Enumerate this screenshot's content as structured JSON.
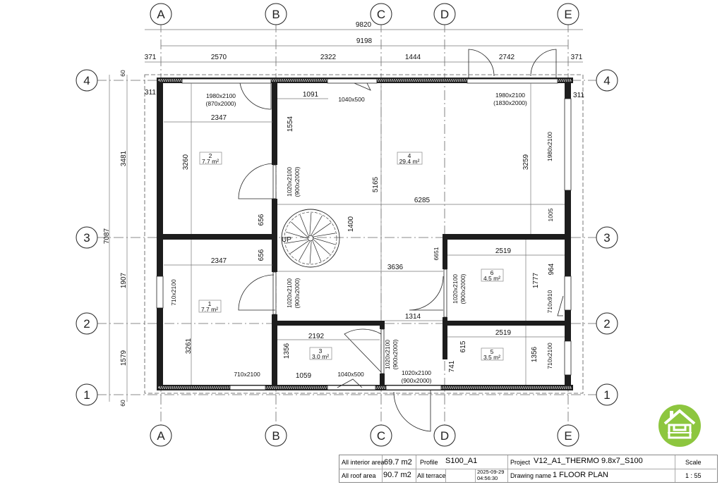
{
  "grid": {
    "columns": [
      "A",
      "B",
      "C",
      "D",
      "E"
    ],
    "rows": [
      "4",
      "3",
      "2",
      "1"
    ]
  },
  "dims": {
    "top_overall": "9820",
    "top_inner": "9198",
    "top_segments": [
      "371",
      "2570",
      "2322",
      "1444",
      "2742",
      "371"
    ],
    "left_overall": "7087",
    "left_segments": [
      "3481",
      "1907",
      "1579"
    ],
    "left_edges": [
      "60",
      "60"
    ],
    "side_offsets": [
      "311",
      "311"
    ]
  },
  "interior_dims": [
    "2347",
    "3260",
    "1091",
    "1554",
    "5165",
    "6285",
    "3259",
    "1980x2100",
    "1005",
    "656",
    "656",
    "1400",
    "2347",
    "3636",
    "6651",
    "2519",
    "964",
    "1777",
    "710x910",
    "1314",
    "2519",
    "2192",
    "615",
    "741",
    "1356",
    "710x2100",
    "1356",
    "1059",
    "3261",
    "710x2100",
    "710x2100"
  ],
  "openings": [
    {
      "size": "1980x2100",
      "clear": "(870x2000)"
    },
    {
      "size": "1040x500"
    },
    {
      "size": "1980x2100",
      "clear": "(1830x2000)"
    },
    {
      "size": "1020x2100",
      "clear": "(900x2000)"
    },
    {
      "size": "1020x2100",
      "clear": "(900x2000)"
    },
    {
      "size": "1020x2100",
      "clear": "(900x2000)"
    },
    {
      "size": "1020x2100",
      "clear": "(900x2000)"
    },
    {
      "size": "1040x500"
    },
    {
      "size": "1020x2100",
      "clear": "(900x2000)"
    }
  ],
  "stair_label": "UP",
  "rooms": [
    {
      "number": "2",
      "area": "7.7 m²"
    },
    {
      "number": "4",
      "area": "29.4 m²"
    },
    {
      "number": "1",
      "area": "7.7 m²"
    },
    {
      "number": "6",
      "area": "4.5 m²"
    },
    {
      "number": "5",
      "area": "3.5 m²"
    },
    {
      "number": "3",
      "area": "3.0 m²"
    }
  ],
  "title_block": {
    "interior_label": "All interior area",
    "interior_value": "69.7 m2",
    "roof_label": "All roof area",
    "roof_value": "90.7 m2",
    "profile_label": "Profile",
    "profile_value": "S100_A1",
    "terrace_label": "All terrace",
    "terrace_value": "",
    "date": "2025-09-29",
    "time": "04:56:30",
    "project_label": "Project",
    "project_value": "V12_A1_THERMO 9.8x7_S100",
    "drawing_label": "Drawing name",
    "drawing_value": "1 FLOOR PLAN",
    "scale_label": "Scale",
    "scale_value": "1 : 55"
  },
  "colors": {
    "logo": "#8dc63f",
    "wall": "#1d1d1d"
  },
  "logo_icon": "house-logo-icon"
}
